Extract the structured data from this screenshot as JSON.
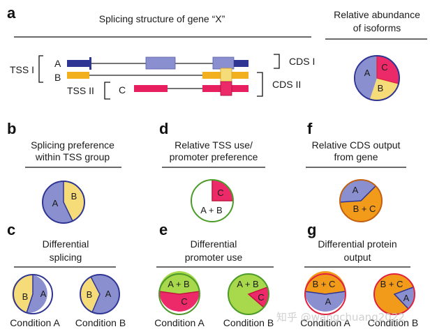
{
  "panels": {
    "a": {
      "letter": "a",
      "title": "Splicing structure of gene “X”",
      "side_title_line1": "Relative abundance",
      "side_title_line2": "of isoforms",
      "tss1": "TSS I",
      "tss2": "TSS II",
      "isoform_a": "A",
      "isoform_b": "B",
      "isoform_c": "C",
      "cds1": "CDS I",
      "cds2": "CDS II",
      "pie": {
        "a": "A",
        "b": "B",
        "c": "C"
      }
    },
    "b": {
      "letter": "b",
      "title_line1": "Splicing preference",
      "title_line2": "within TSS group",
      "pie": {
        "a": "A",
        "b": "B"
      }
    },
    "c": {
      "letter": "c",
      "title_line1": "Differential",
      "title_line2": "splicing",
      "condition_a": "Condition A",
      "condition_b": "Condition B",
      "pie1": {
        "a": "A",
        "b": "B"
      },
      "pie2": {
        "a": "A",
        "b": "B"
      }
    },
    "d": {
      "letter": "d",
      "title_line1": "Relative TSS use/",
      "title_line2": "promoter preference",
      "pie": {
        "ab": "A + B",
        "c": "C"
      }
    },
    "e": {
      "letter": "e",
      "title_line1": "Differential",
      "title_line2": "promoter use",
      "condition_a": "Condition A",
      "condition_b": "Condition B",
      "pie1": {
        "ab": "A + B",
        "c": "C"
      },
      "pie2": {
        "ab": "A + B",
        "c": "C"
      }
    },
    "f": {
      "letter": "f",
      "title_line1": "Relative CDS output",
      "title_line2": "from gene",
      "pie": {
        "a": "A",
        "bc": "B + C"
      }
    },
    "g": {
      "letter": "g",
      "title_line1": "Differential protein",
      "title_line2": "output",
      "condition_a": "Condition A",
      "condition_b": "Condition B",
      "pie1": {
        "a": "A",
        "bc": "B + C"
      },
      "pie2": {
        "a": "A",
        "bc": "B + C"
      }
    }
  },
  "watermark": "知乎 @wangchuang2022",
  "colors": {
    "isoform_a": "#8a8fd0",
    "isoform_a_border": "#2e3592",
    "isoform_b": "#f6dc78",
    "isoform_b_bright": "#f2b01e",
    "isoform_c": "#ec2a6a",
    "tss_group_1": "#a8d84c",
    "cds_2": "#f29a1a",
    "outline_red": "#e0223c"
  }
}
